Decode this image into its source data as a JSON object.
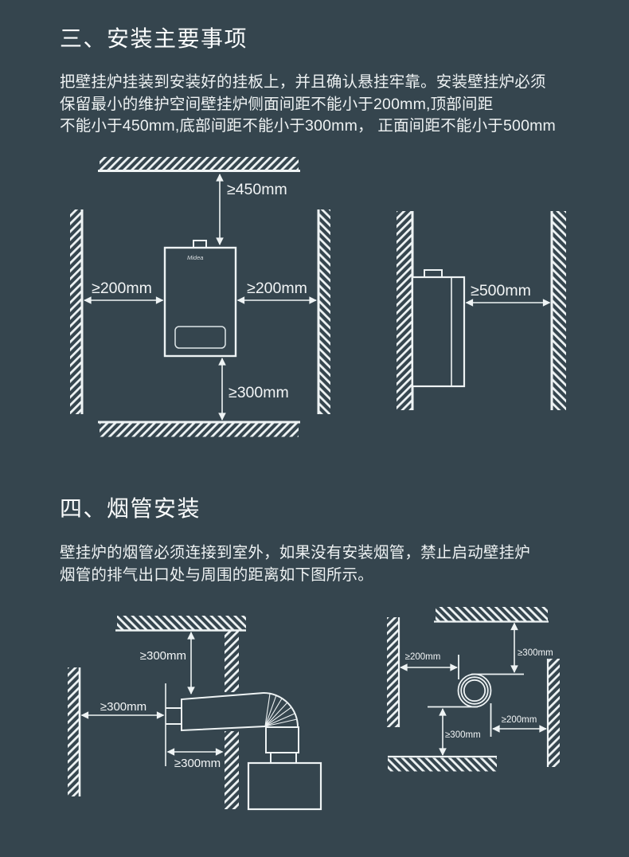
{
  "page": {
    "bg": "#35454e",
    "ink": "#f2f5f6"
  },
  "section3": {
    "title": "三、安装主要事项",
    "body_lines": [
      "把壁挂炉挂装到安装好的挂板上，并且确认悬挂牢靠。安装壁挂炉必须",
      "保留最小的维护空间壁挂炉侧面间距不能小于200mm,顶部间距",
      "不能小于450mm,底部间距不能小于300mm， 正面间距不能小于500mm"
    ]
  },
  "section4": {
    "title": "四、烟管安装",
    "body_lines": [
      "壁挂炉的烟管必须连接到室外，如果没有安装烟管，禁止启动壁挂炉",
      "烟管的排气出口处与周围的距离如下图所示。"
    ]
  },
  "diagram_front": {
    "top_clearance": "≥450mm",
    "left_clearance": "≥200mm",
    "right_clearance": "≥200mm",
    "bottom_clearance": "≥300mm",
    "brand": "Midea"
  },
  "diagram_side": {
    "front_clearance": "≥500mm"
  },
  "diagram_flue_side": {
    "top_clearance": "≥300mm",
    "left_clearance": "≥300mm",
    "bottom_clearance": "≥300mm"
  },
  "diagram_flue_front": {
    "top_left_clearance": "≥200mm",
    "top_right_clearance": "≥300mm",
    "bottom_left_clearance": "≥300mm",
    "bottom_right_clearance": "≥200mm"
  }
}
